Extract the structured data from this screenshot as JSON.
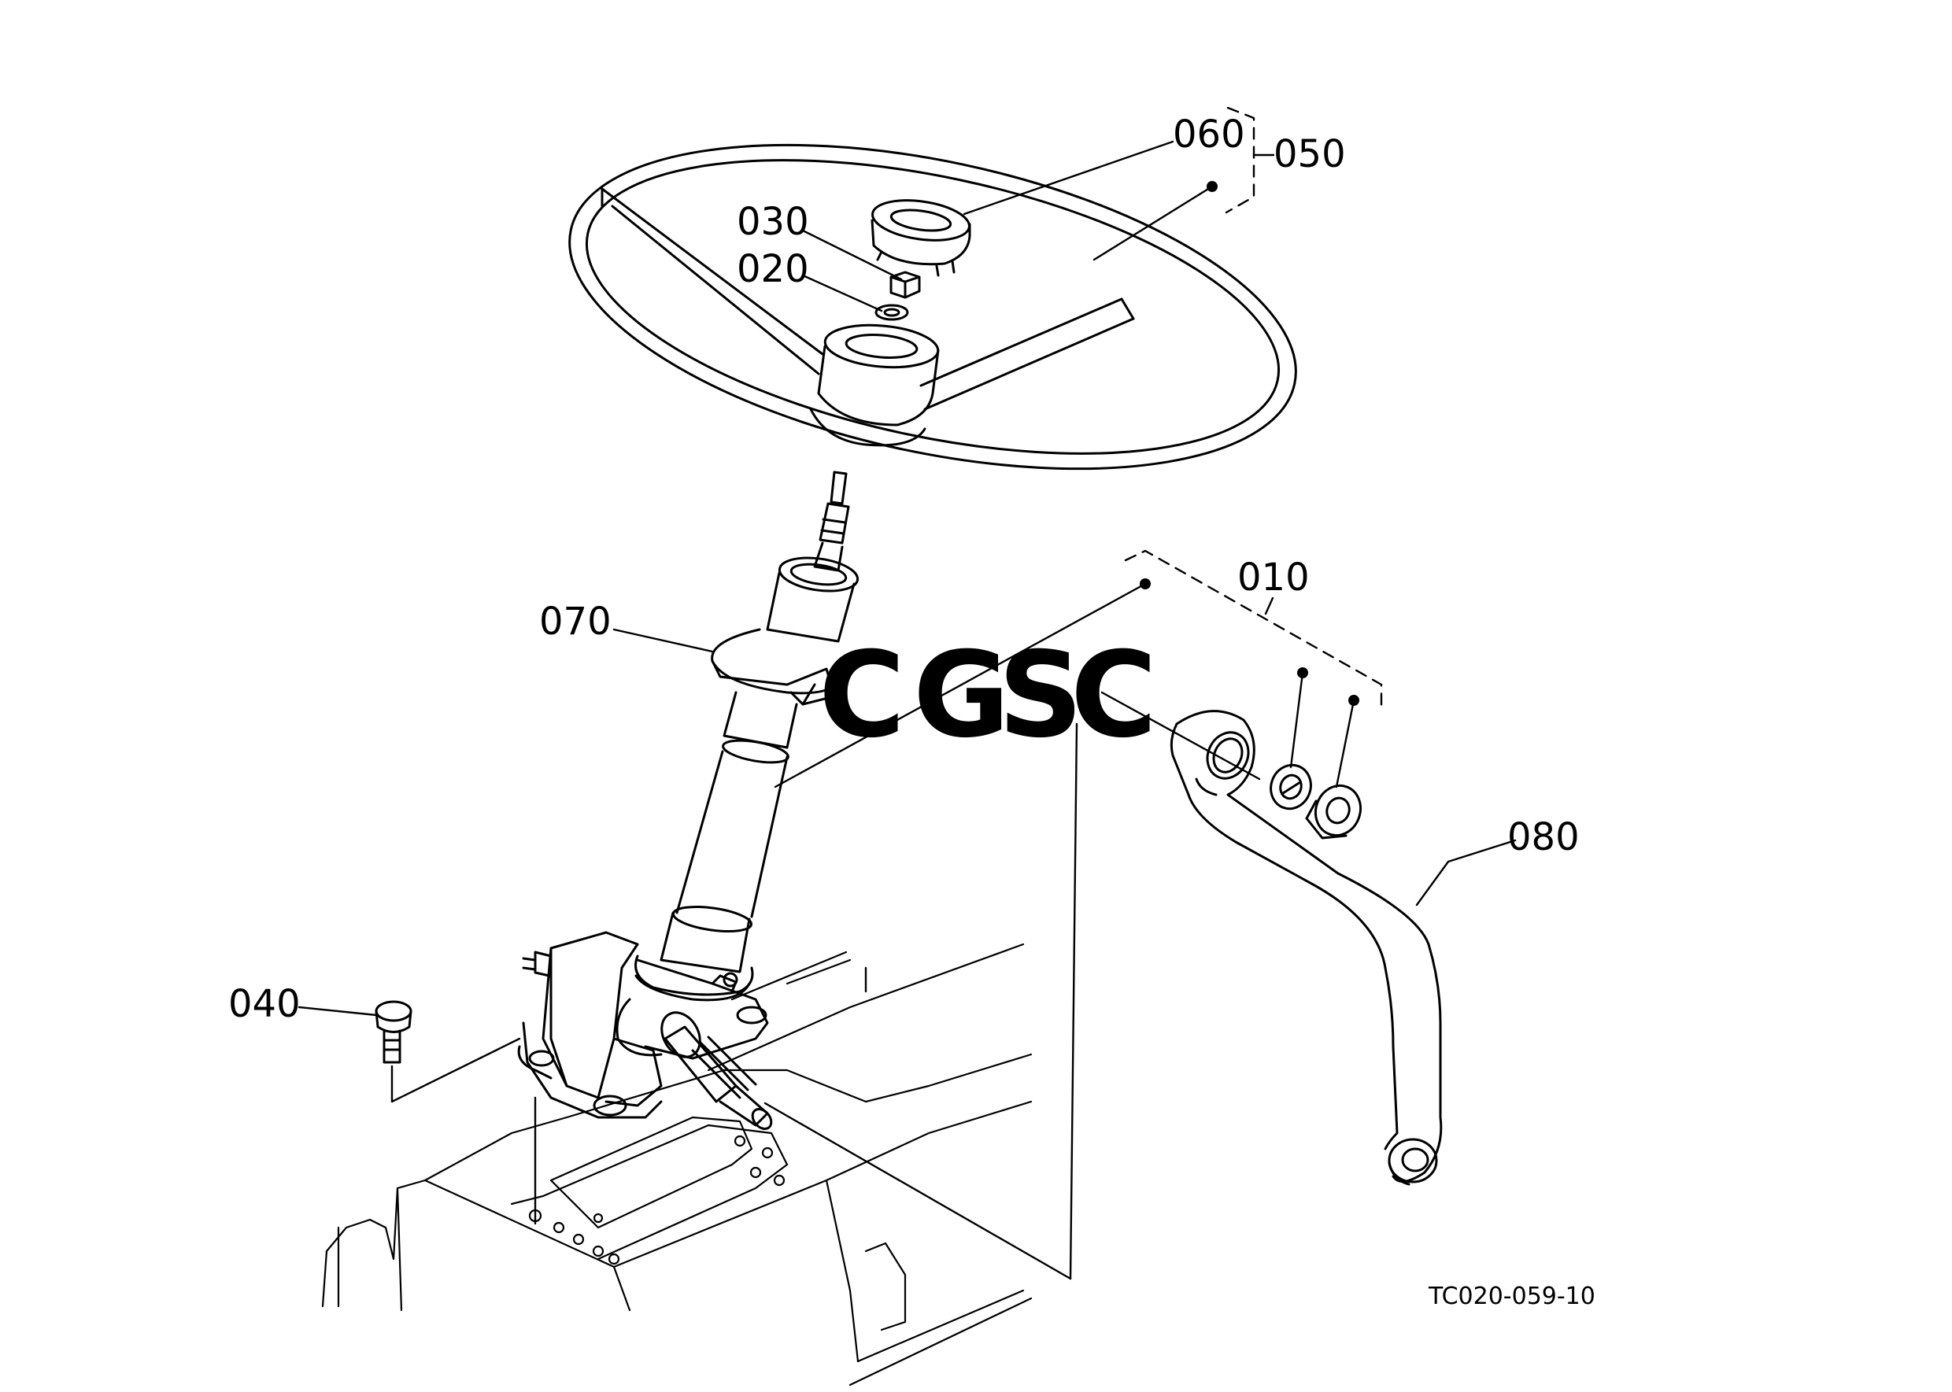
{
  "parts": [
    {
      "id": "callout-060",
      "label": "060"
    },
    {
      "id": "callout-050",
      "label": "050"
    },
    {
      "id": "callout-030",
      "label": "030"
    },
    {
      "id": "callout-020",
      "label": "020"
    },
    {
      "id": "callout-010",
      "label": "010"
    },
    {
      "id": "callout-070",
      "label": "070"
    },
    {
      "id": "callout-080",
      "label": "080"
    },
    {
      "id": "callout-040",
      "label": "040"
    }
  ],
  "reference_code": "TC020-059-10",
  "watermark": {
    "letters": [
      "C",
      "G",
      "S",
      "C"
    ],
    "colors": [
      "#8db4f7",
      "#f29a92",
      "#fbd978",
      "#84c9a6"
    ]
  },
  "line_color": "#000000"
}
